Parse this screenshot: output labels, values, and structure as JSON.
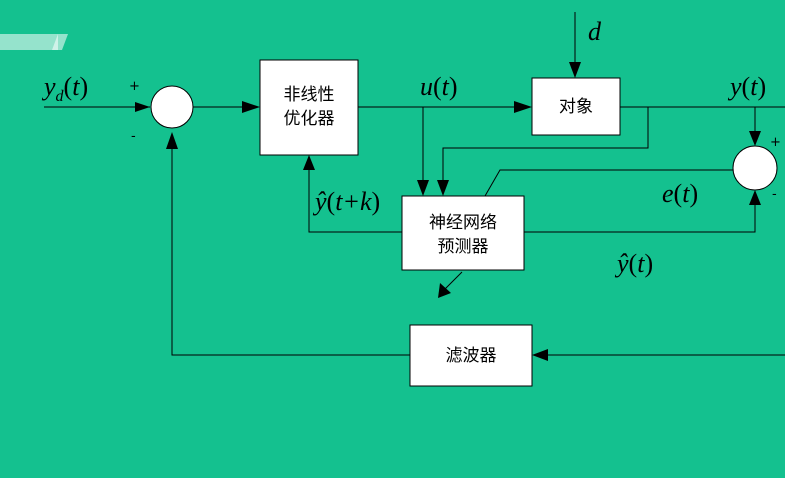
{
  "blocks": {
    "optimizer_line1": "非线性",
    "optimizer_line2": "优化器",
    "plant": "对象",
    "predictor_line1": "神经网络",
    "predictor_line2": "预测器",
    "filter": "滤波器"
  },
  "signals": {
    "reference": {
      "base": "y",
      "sub": "d",
      "arg": "t"
    },
    "control": {
      "base": "u",
      "arg": "t"
    },
    "disturbance": "d",
    "output": {
      "base": "y",
      "arg": "t"
    },
    "error": {
      "base": "e",
      "arg": "t"
    },
    "prediction": {
      "base": "ŷ",
      "arg": "t"
    },
    "future_prediction": {
      "base": "ŷ",
      "arg": "t+k"
    }
  },
  "signs": {
    "left_plus": "+",
    "left_minus": "-",
    "right_plus": "+",
    "right_minus": "-"
  },
  "colors": {
    "background": "#14c18f",
    "block_fill": "#ffffff",
    "line": "#000000"
  }
}
